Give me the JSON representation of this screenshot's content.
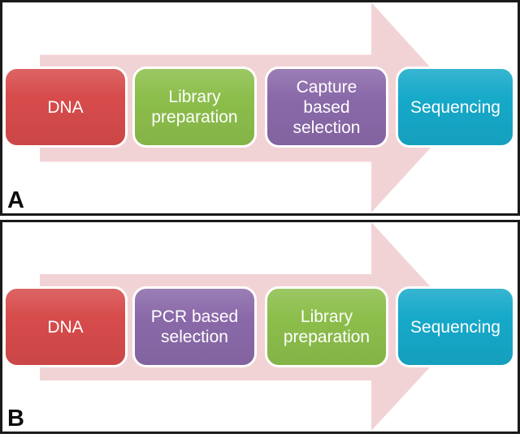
{
  "figure": {
    "arrow_color": "#F2D3D5",
    "panel_border_color": "#1A1A1A",
    "panel_background": "#FFFFFF",
    "text_color": "#FFFFFF",
    "panels": [
      {
        "label": "A",
        "steps": [
          {
            "text": "DNA",
            "color": "#D74B4B"
          },
          {
            "text": "Library\npreparation",
            "color": "#8CBE4B"
          },
          {
            "text": "Capture\nbased\nselection",
            "color": "#8A69A9"
          },
          {
            "text": "Sequencing",
            "color": "#16A9C9"
          }
        ]
      },
      {
        "label": "B",
        "steps": [
          {
            "text": "DNA",
            "color": "#D74B4B"
          },
          {
            "text": "PCR based\nselection",
            "color": "#8A69A9"
          },
          {
            "text": "Library\npreparation",
            "color": "#8CBE4B"
          },
          {
            "text": "Sequencing",
            "color": "#16A9C9"
          }
        ]
      }
    ]
  }
}
